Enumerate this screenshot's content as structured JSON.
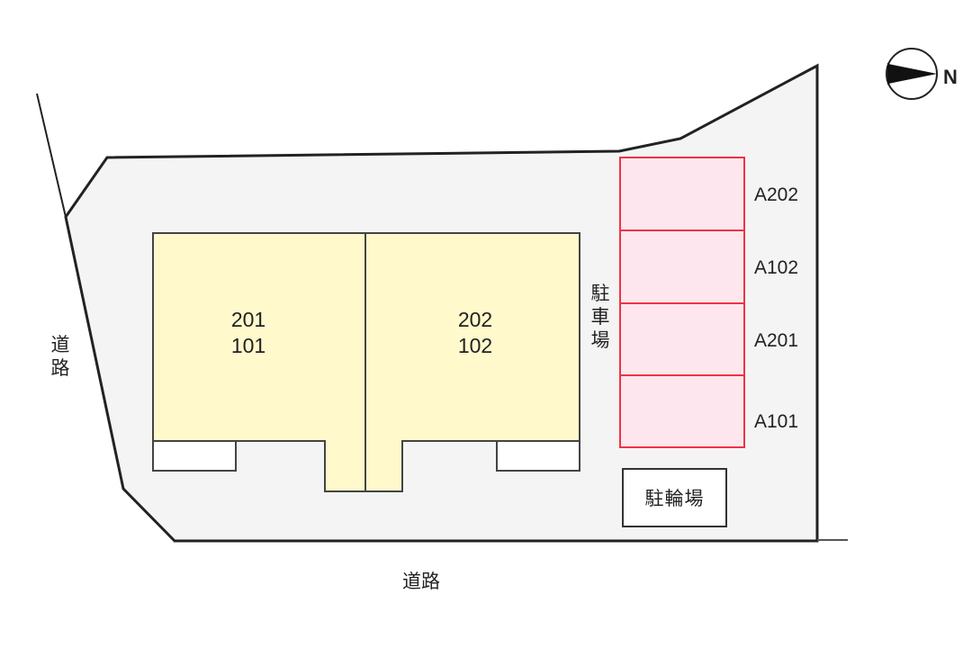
{
  "colors": {
    "lot_fill": "#f4f4f4",
    "building_fill": "#fff9cc",
    "parking_fill": "#fde6ee",
    "parking_stroke": "#ee3344",
    "line": "#222222"
  },
  "compass": {
    "icon": "north-arrow-icon",
    "label": "N",
    "direction": "right"
  },
  "buildings": [
    {
      "upper_unit": "201",
      "lower_unit": "101"
    },
    {
      "upper_unit": "202",
      "lower_unit": "102"
    }
  ],
  "parking": {
    "label": "駐車場",
    "spaces": [
      {
        "label": "A202"
      },
      {
        "label": "A102"
      },
      {
        "label": "A201"
      },
      {
        "label": "A101"
      }
    ]
  },
  "bicycle_parking": {
    "label": "駐輪場"
  },
  "roads": {
    "left": "道路",
    "bottom": "道路"
  }
}
